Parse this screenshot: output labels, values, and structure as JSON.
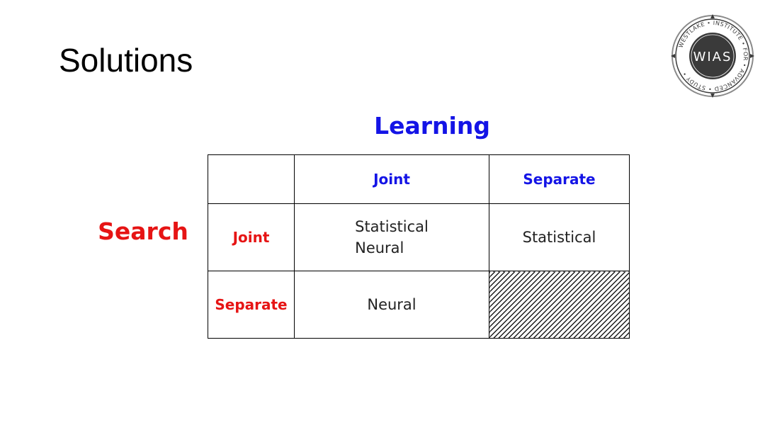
{
  "slide": {
    "title": "Solutions"
  },
  "logo": {
    "ring_text": "WESTLAKE • INSTITUTE • FOR • ADVANCED • STUDY •",
    "center_text": "WIAS",
    "ring_color": "#8a8a8a",
    "center_color": "#3a3a3a"
  },
  "axes": {
    "learning_label": "Learning",
    "search_label": "Search",
    "learning_color": "#1414e6",
    "search_color": "#e61414"
  },
  "matrix": {
    "column_headers": [
      "Joint",
      "Separate"
    ],
    "rows": [
      {
        "header": "Joint",
        "cells": [
          [
            "Statistical",
            "Neural"
          ],
          [
            "Statistical"
          ]
        ]
      },
      {
        "header": "Separate",
        "cells": [
          [
            "Neural"
          ],
          []
        ]
      }
    ]
  }
}
